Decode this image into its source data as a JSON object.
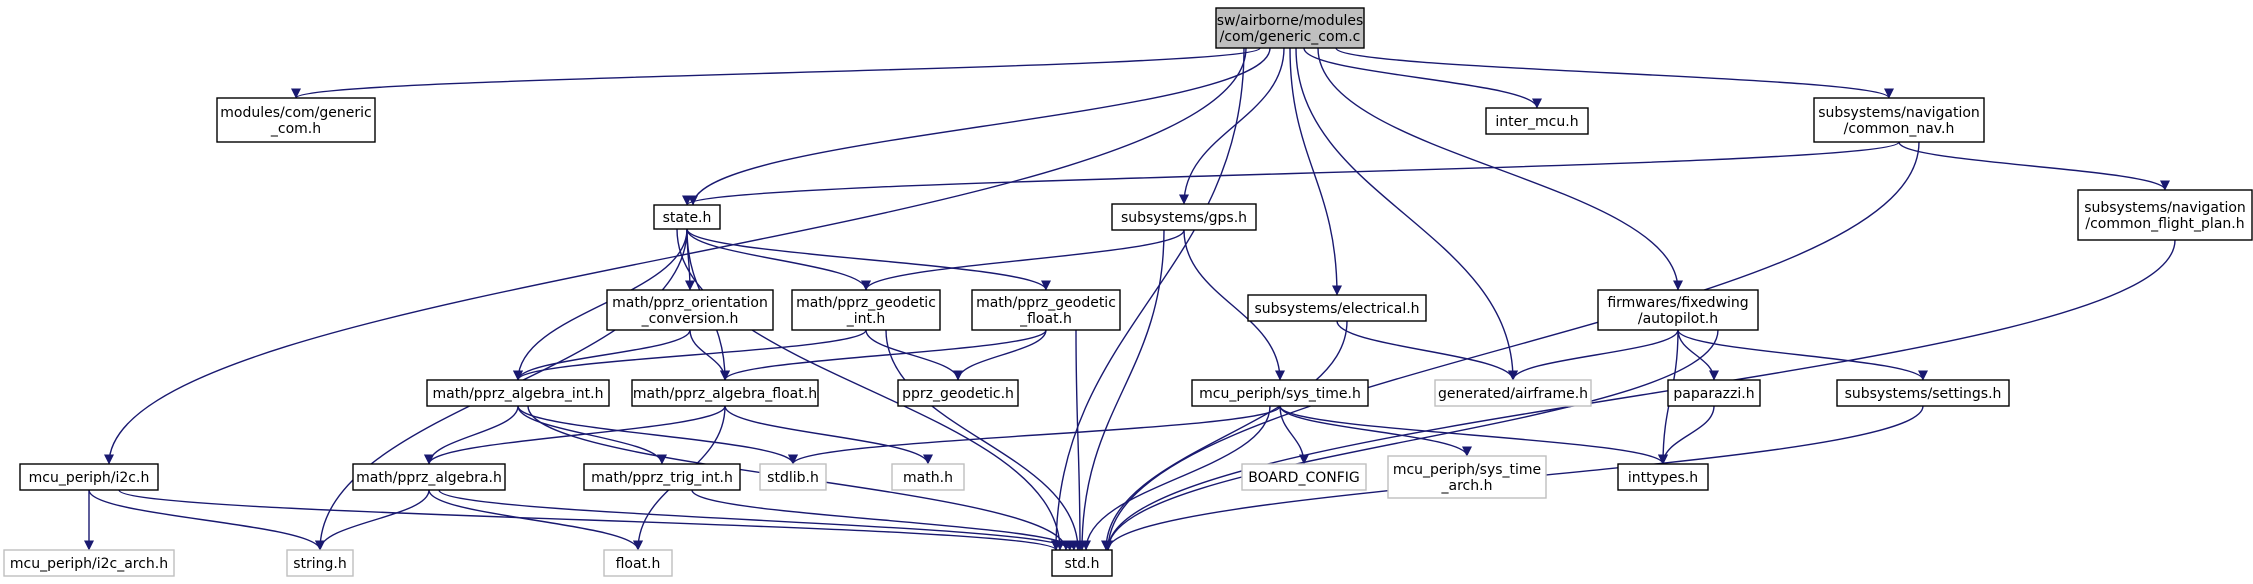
{
  "colors": {
    "edge": "#191970",
    "border_normal": "#000000",
    "border_missing": "#bfbfbf",
    "root_fill": "#bfbfbf",
    "fill": "#ffffff",
    "text": "#000000"
  },
  "nodes": [
    {
      "id": "root",
      "lines": [
        "sw/airborne/modules",
        "/com/generic_com.c"
      ],
      "style": "root"
    },
    {
      "id": "generic_com_h",
      "lines": [
        "modules/com/generic",
        "_com.h"
      ],
      "style": "normal"
    },
    {
      "id": "inter_mcu",
      "lines": [
        "inter_mcu.h"
      ],
      "style": "normal"
    },
    {
      "id": "common_nav",
      "lines": [
        "subsystems/navigation",
        "/common_nav.h"
      ],
      "style": "normal"
    },
    {
      "id": "state",
      "lines": [
        "state.h"
      ],
      "style": "normal"
    },
    {
      "id": "gps",
      "lines": [
        "subsystems/gps.h"
      ],
      "style": "normal"
    },
    {
      "id": "common_flight_plan",
      "lines": [
        "subsystems/navigation",
        "/common_flight_plan.h"
      ],
      "style": "normal"
    },
    {
      "id": "orientation_conversion",
      "lines": [
        "math/pprz_orientation",
        "_conversion.h"
      ],
      "style": "normal"
    },
    {
      "id": "geodetic_int",
      "lines": [
        "math/pprz_geodetic",
        "_int.h"
      ],
      "style": "normal"
    },
    {
      "id": "geodetic_float",
      "lines": [
        "math/pprz_geodetic",
        "_float.h"
      ],
      "style": "normal"
    },
    {
      "id": "electrical",
      "lines": [
        "subsystems/electrical.h"
      ],
      "style": "normal"
    },
    {
      "id": "autopilot",
      "lines": [
        "firmwares/fixedwing",
        "/autopilot.h"
      ],
      "style": "normal"
    },
    {
      "id": "algebra_int",
      "lines": [
        "math/pprz_algebra_int.h"
      ],
      "style": "normal"
    },
    {
      "id": "algebra_float",
      "lines": [
        "math/pprz_algebra_float.h"
      ],
      "style": "normal"
    },
    {
      "id": "pprz_geodetic",
      "lines": [
        "pprz_geodetic.h"
      ],
      "style": "normal"
    },
    {
      "id": "sys_time",
      "lines": [
        "mcu_periph/sys_time.h"
      ],
      "style": "normal"
    },
    {
      "id": "airframe",
      "lines": [
        "generated/airframe.h"
      ],
      "style": "missing"
    },
    {
      "id": "paparazzi",
      "lines": [
        "paparazzi.h"
      ],
      "style": "normal"
    },
    {
      "id": "settings",
      "lines": [
        "subsystems/settings.h"
      ],
      "style": "normal"
    },
    {
      "id": "i2c",
      "lines": [
        "mcu_periph/i2c.h"
      ],
      "style": "normal"
    },
    {
      "id": "algebra",
      "lines": [
        "math/pprz_algebra.h"
      ],
      "style": "normal"
    },
    {
      "id": "trig_int",
      "lines": [
        "math/pprz_trig_int.h"
      ],
      "style": "normal"
    },
    {
      "id": "stdlib",
      "lines": [
        "stdlib.h"
      ],
      "style": "missing"
    },
    {
      "id": "math",
      "lines": [
        "math.h"
      ],
      "style": "missing"
    },
    {
      "id": "board_config",
      "lines": [
        "BOARD_CONFIG"
      ],
      "style": "missing"
    },
    {
      "id": "sys_time_arch",
      "lines": [
        "mcu_periph/sys_time",
        "_arch.h"
      ],
      "style": "missing"
    },
    {
      "id": "inttypes",
      "lines": [
        "inttypes.h"
      ],
      "style": "normal"
    },
    {
      "id": "i2c_arch",
      "lines": [
        "mcu_periph/i2c_arch.h"
      ],
      "style": "missing"
    },
    {
      "id": "string",
      "lines": [
        "string.h"
      ],
      "style": "missing"
    },
    {
      "id": "float",
      "lines": [
        "float.h"
      ],
      "style": "missing"
    },
    {
      "id": "std",
      "lines": [
        "std.h"
      ],
      "style": "normal"
    }
  ],
  "edges": [
    [
      "root",
      "generic_com_h"
    ],
    [
      "root",
      "std"
    ],
    [
      "root",
      "inter_mcu"
    ],
    [
      "root",
      "common_nav"
    ],
    [
      "root",
      "state"
    ],
    [
      "root",
      "gps"
    ],
    [
      "root",
      "electrical"
    ],
    [
      "root",
      "airframe"
    ],
    [
      "root",
      "autopilot"
    ],
    [
      "root",
      "i2c"
    ],
    [
      "common_nav",
      "state"
    ],
    [
      "common_nav",
      "common_flight_plan"
    ],
    [
      "common_nav",
      "std"
    ],
    [
      "common_flight_plan",
      "std"
    ],
    [
      "state",
      "orientation_conversion"
    ],
    [
      "state",
      "geodetic_int"
    ],
    [
      "state",
      "geodetic_float"
    ],
    [
      "state",
      "algebra_int"
    ],
    [
      "state",
      "algebra_float"
    ],
    [
      "state",
      "string"
    ],
    [
      "state",
      "std"
    ],
    [
      "gps",
      "geodetic_int"
    ],
    [
      "gps",
      "sys_time"
    ],
    [
      "gps",
      "std"
    ],
    [
      "orientation_conversion",
      "algebra_int"
    ],
    [
      "orientation_conversion",
      "algebra_float"
    ],
    [
      "geodetic_int",
      "pprz_geodetic"
    ],
    [
      "geodetic_int",
      "algebra_int"
    ],
    [
      "geodetic_int",
      "std"
    ],
    [
      "geodetic_float",
      "pprz_geodetic"
    ],
    [
      "geodetic_float",
      "algebra_float"
    ],
    [
      "geodetic_float",
      "std"
    ],
    [
      "algebra_int",
      "algebra"
    ],
    [
      "algebra_int",
      "trig_int"
    ],
    [
      "algebra_int",
      "stdlib"
    ],
    [
      "algebra_int",
      "std"
    ],
    [
      "algebra_float",
      "algebra"
    ],
    [
      "algebra_float",
      "math"
    ],
    [
      "algebra_float",
      "float"
    ],
    [
      "algebra",
      "string"
    ],
    [
      "algebra",
      "float"
    ],
    [
      "algebra",
      "std"
    ],
    [
      "trig_int",
      "std"
    ],
    [
      "electrical",
      "airframe"
    ],
    [
      "electrical",
      "std"
    ],
    [
      "autopilot",
      "airframe"
    ],
    [
      "autopilot",
      "paparazzi"
    ],
    [
      "autopilot",
      "settings"
    ],
    [
      "autopilot",
      "inttypes"
    ],
    [
      "autopilot",
      "std"
    ],
    [
      "paparazzi",
      "inttypes"
    ],
    [
      "settings",
      "std"
    ],
    [
      "sys_time",
      "board_config"
    ],
    [
      "sys_time",
      "sys_time_arch"
    ],
    [
      "sys_time",
      "inttypes"
    ],
    [
      "sys_time",
      "stdlib"
    ],
    [
      "sys_time",
      "std"
    ],
    [
      "i2c",
      "i2c_arch"
    ],
    [
      "i2c",
      "string"
    ],
    [
      "i2c",
      "std"
    ]
  ]
}
